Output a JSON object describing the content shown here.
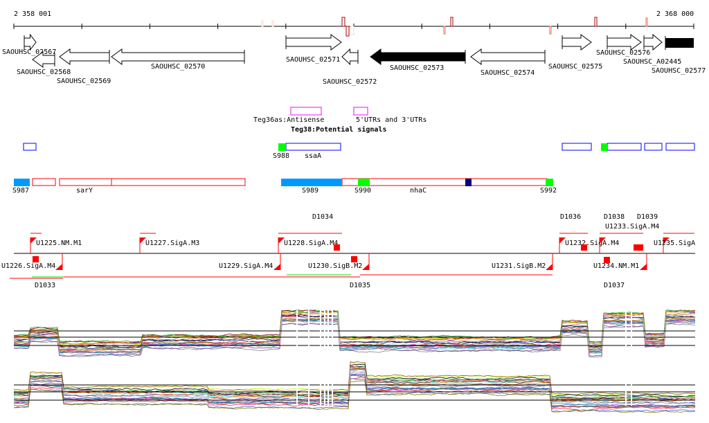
{
  "ruler": {
    "start_label": "2 358 001",
    "end_label": "2 368 000"
  },
  "genes": [
    {
      "name": "SAOUHSC_02567",
      "strand": "+",
      "filled": false
    },
    {
      "name": "SAOUHSC_02568",
      "strand": "-",
      "filled": false
    },
    {
      "name": "SAOUHSC_02569",
      "strand": "-",
      "filled": false
    },
    {
      "name": "SAOUHSC_02570",
      "strand": "-",
      "filled": false
    },
    {
      "name": "SAOUHSC_02571",
      "strand": "+",
      "filled": false
    },
    {
      "name": "SAOUHSC_02572",
      "strand": "-",
      "filled": false
    },
    {
      "name": "SAOUHSC_02573",
      "strand": "-",
      "filled": true
    },
    {
      "name": "SAOUHSC_02574",
      "strand": "-",
      "filled": false
    },
    {
      "name": "SAOUHSC_02575",
      "strand": "+",
      "filled": false
    },
    {
      "name": "SAOUHSC_02576",
      "strand": "+",
      "filled": false
    },
    {
      "name": "SAOUHSC_A02445",
      "strand": "+",
      "filled": false
    },
    {
      "name": "SAOUHSC_02577",
      "strand": "+",
      "filled": true
    }
  ],
  "srna_track": {
    "labels": [
      "Teg36as:Antisense",
      "Teg38:Potential signals",
      "5'UTRs and 3'UTRs"
    ],
    "color": "#ff00ff"
  },
  "operon_track_1": {
    "labels": [
      "S988",
      "ssaA"
    ],
    "box_color": "#0000ff",
    "start_color": "#00ff00"
  },
  "operon_track_2": {
    "labels": [
      "S987",
      "sarY",
      "S989",
      "S990",
      "nhaC",
      "S992"
    ],
    "box_color": "#ff0000",
    "blue": "#0099ff",
    "green": "#00ff00",
    "navy": "#000080"
  },
  "promoters_above": [
    "U1225.NM.M1",
    "U1227.SigA.M3",
    "U1228.SigA.M4",
    "U1232.SigA.M4",
    "U1233.SigA.M4",
    "U1235.SigA"
  ],
  "promoters_below": [
    "U1226.SigA.M4",
    "U1229.SigA.M4",
    "U1230.SigB.M2",
    "U1231.SigB.M2",
    "U1234.NM.M1"
  ],
  "terminators": [
    "D1033",
    "D1034",
    "D1035",
    "D1036",
    "D1038",
    "D1039",
    "D1037"
  ],
  "expression": {
    "series_count": 22,
    "panels": 2,
    "palette": [
      "#e6194b",
      "#3cb44b",
      "#4363d8",
      "#f58231",
      "#911eb4",
      "#46f0f0",
      "#f032e6",
      "#bcf60c",
      "#008080",
      "#9a6324",
      "#800000",
      "#808000",
      "#000075",
      "#808080",
      "#000000",
      "#ff7f00",
      "#1f78b4",
      "#33a02c",
      "#6a3d9a",
      "#b15928",
      "#fb9a99",
      "#a6cee3"
    ]
  }
}
